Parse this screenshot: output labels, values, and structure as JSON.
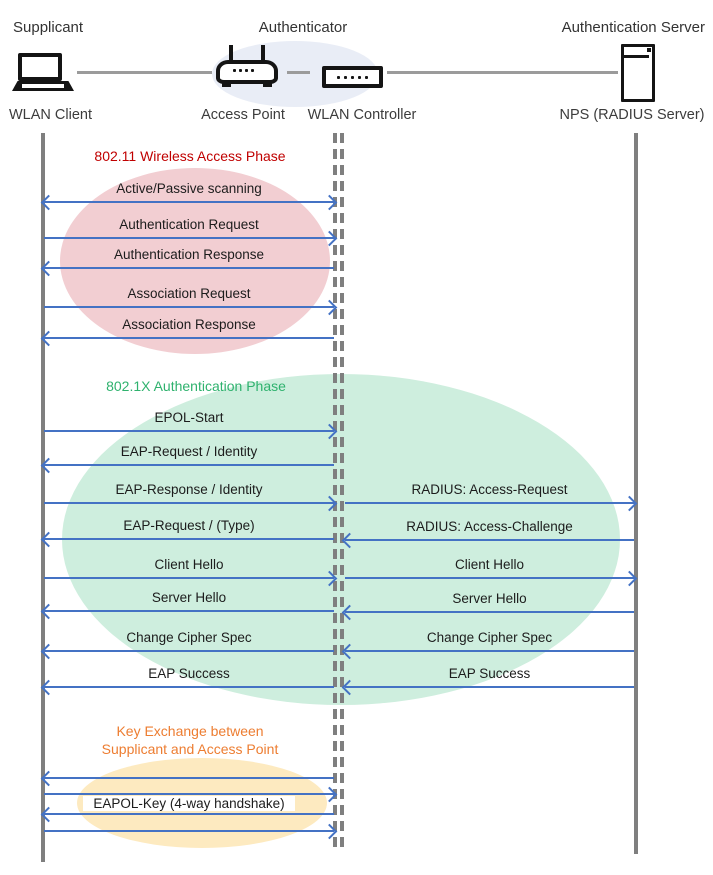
{
  "header": {
    "roles": [
      {
        "label": "Supplicant"
      },
      {
        "label": "Authenticator"
      },
      {
        "label": "Authentication Server"
      }
    ],
    "devices": [
      {
        "label": "WLAN Client",
        "icon": "laptop-icon"
      },
      {
        "label": "Access Point",
        "icon": "access-point-icon"
      },
      {
        "label": "WLAN Controller",
        "icon": "wlan-controller-icon"
      },
      {
        "label": "NPS (RADIUS Server)",
        "icon": "server-icon"
      }
    ]
  },
  "phases": [
    {
      "title_lines": [
        "802.11 Wireless Access Phase"
      ],
      "title_color": "#C00000",
      "ellipse_fill": "#F2CED2",
      "messages": [
        {
          "label": "Active/Passive scanning",
          "span": "client-controller",
          "direction": "both"
        },
        {
          "label": "Authentication Request",
          "span": "client-controller",
          "direction": "right"
        },
        {
          "label": "Authentication Response",
          "span": "client-controller",
          "direction": "left"
        },
        {
          "label": "Association Request",
          "span": "client-controller",
          "direction": "right"
        },
        {
          "label": "Association Response",
          "span": "client-controller",
          "direction": "left"
        }
      ]
    },
    {
      "title_lines": [
        "802.1X Authentication Phase"
      ],
      "title_color": "#2FB26E",
      "ellipse_fill": "#CEEEDE",
      "messages": [
        {
          "label": "EPOL-Start",
          "span": "client-controller",
          "direction": "right"
        },
        {
          "label": "EAP-Request / Identity",
          "span": "client-controller",
          "direction": "left"
        },
        {
          "label": "EAP-Response / Identity",
          "span": "client-controller",
          "direction": "right"
        },
        {
          "label": "RADIUS: Access-Request",
          "span": "controller-server",
          "direction": "right"
        },
        {
          "label": "EAP-Request / (Type)",
          "span": "client-controller",
          "direction": "left"
        },
        {
          "label": "RADIUS: Access-Challenge",
          "span": "controller-server",
          "direction": "left"
        },
        {
          "label": "Client Hello",
          "span": "client-controller",
          "direction": "right"
        },
        {
          "label": "Client Hello",
          "span": "controller-server",
          "direction": "right"
        },
        {
          "label": "Server Hello",
          "span": "client-controller",
          "direction": "left"
        },
        {
          "label": "Server Hello",
          "span": "controller-server",
          "direction": "left"
        },
        {
          "label": "Change Cipher Spec",
          "span": "client-controller",
          "direction": "left"
        },
        {
          "label": "Change Cipher Spec",
          "span": "controller-server",
          "direction": "left"
        },
        {
          "label": "EAP Success",
          "span": "client-controller",
          "direction": "left"
        },
        {
          "label": "EAP Success",
          "span": "controller-server",
          "direction": "left"
        }
      ]
    },
    {
      "title_lines": [
        "Key Exchange between",
        "Supplicant and Access Point"
      ],
      "title_color": "#ED7D31",
      "ellipse_fill": "#FDEAC0",
      "messages": [
        {
          "label": "",
          "span": "client-controller",
          "direction": "left"
        },
        {
          "label": "",
          "span": "client-controller",
          "direction": "right"
        },
        {
          "label": "EAPOL-Key (4-way handshake)",
          "span": "client-controller",
          "direction": "none"
        },
        {
          "label": "",
          "span": "client-controller",
          "direction": "left"
        },
        {
          "label": "",
          "span": "client-controller",
          "direction": "right"
        }
      ]
    }
  ],
  "colors": {
    "arrow": "#4472C4",
    "lifeline": "#7F7F7F",
    "header_connector": "#9B9B9B",
    "hub_ellipse_fill": "#E9EDF6",
    "icon": "#141414"
  }
}
